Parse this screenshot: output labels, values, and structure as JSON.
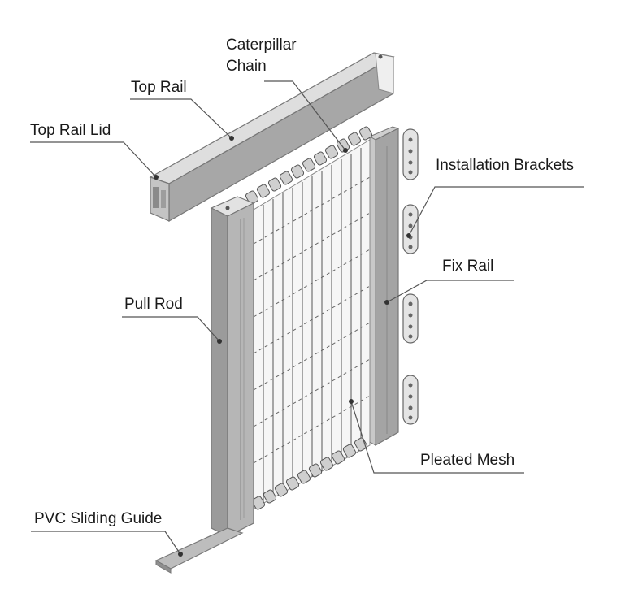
{
  "labels": {
    "caterpillar_chain_line1": "Caterpillar",
    "caterpillar_chain_line2": "Chain",
    "top_rail": "Top Rail",
    "top_rail_lid": "Top Rail Lid",
    "installation_brackets": "Installation Brackets",
    "fix_rail": "Fix Rail",
    "pull_rod": "Pull Rod",
    "pleated_mesh": "Pleated Mesh",
    "pvc_sliding_guide": "PVC Sliding Guide"
  },
  "colors": {
    "frame_gray": "#9a9a9a",
    "frame_light": "#d4d4d4",
    "frame_dark": "#6e6e6e",
    "mesh_line": "#555555",
    "leader_line": "#555555"
  }
}
